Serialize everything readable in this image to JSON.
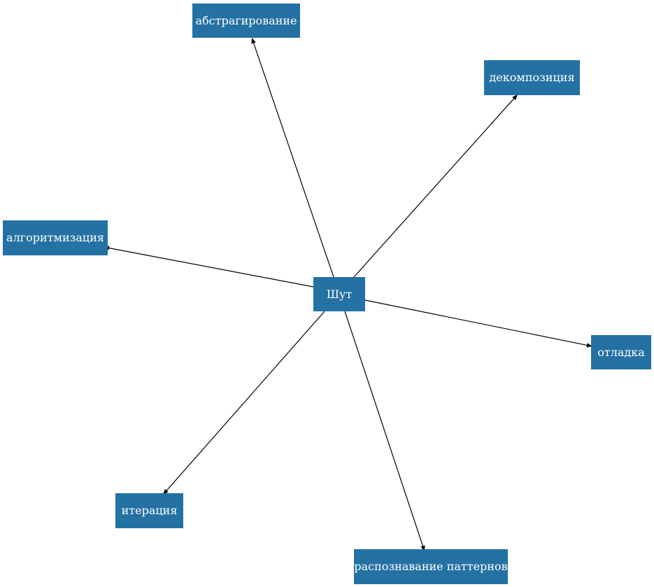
{
  "colors": {
    "node_fill": "#2471a3",
    "node_text": "#ffffff",
    "edge": "#000000",
    "background": "#ffffff"
  },
  "graph": {
    "center": {
      "id": "shut",
      "label": "Шут"
    },
    "nodes": [
      {
        "id": "abstraction",
        "label": "абстрагирование"
      },
      {
        "id": "decomposition",
        "label": "декомпозиция"
      },
      {
        "id": "algorithmization",
        "label": "алгоритмизация"
      },
      {
        "id": "debugging",
        "label": "отладка"
      },
      {
        "id": "iteration",
        "label": "итерация"
      },
      {
        "id": "pattern-recognition",
        "label": "распознавание паттернов"
      }
    ],
    "edges": [
      {
        "from": "shut",
        "to": "abstraction"
      },
      {
        "from": "shut",
        "to": "decomposition"
      },
      {
        "from": "shut",
        "to": "algorithmization"
      },
      {
        "from": "shut",
        "to": "debugging"
      },
      {
        "from": "shut",
        "to": "iteration"
      },
      {
        "from": "shut",
        "to": "pattern-recognition"
      }
    ]
  }
}
